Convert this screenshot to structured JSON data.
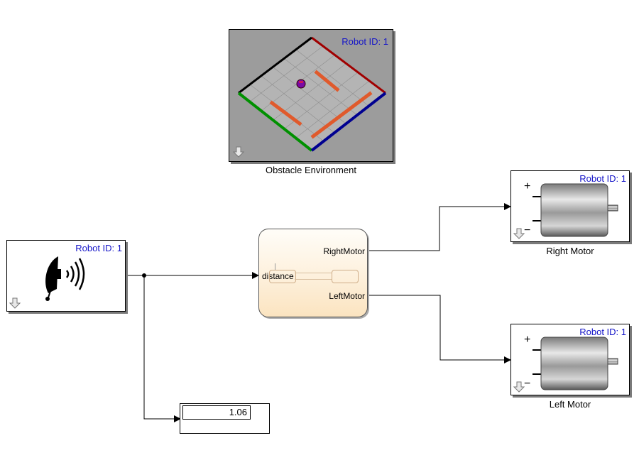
{
  "env_block": {
    "robot_id": "Robot ID: 1",
    "caption": "Obstacle Environment"
  },
  "sensor_block": {
    "robot_id": "Robot ID: 1"
  },
  "controller": {
    "input_port": "distance",
    "output_right": "RightMotor",
    "output_left": "LeftMotor"
  },
  "right_motor": {
    "robot_id": "Robot ID: 1",
    "caption": "Right Motor"
  },
  "left_motor": {
    "robot_id": "Robot ID: 1",
    "caption": "Left Motor"
  },
  "display_block": {
    "value": "1.06"
  },
  "colors": {
    "robot_id_text": "#1515c8",
    "env_background": "#9a9a9a",
    "wall_color": "#e05a2c",
    "edge_red": "#a00000",
    "edge_green": "#009000",
    "edge_blue": "#000090",
    "edge_black": "#000000"
  },
  "icons": [
    "down-arrow-icon",
    "ultrasonic-sensor-icon",
    "dc-motor-icon"
  ]
}
